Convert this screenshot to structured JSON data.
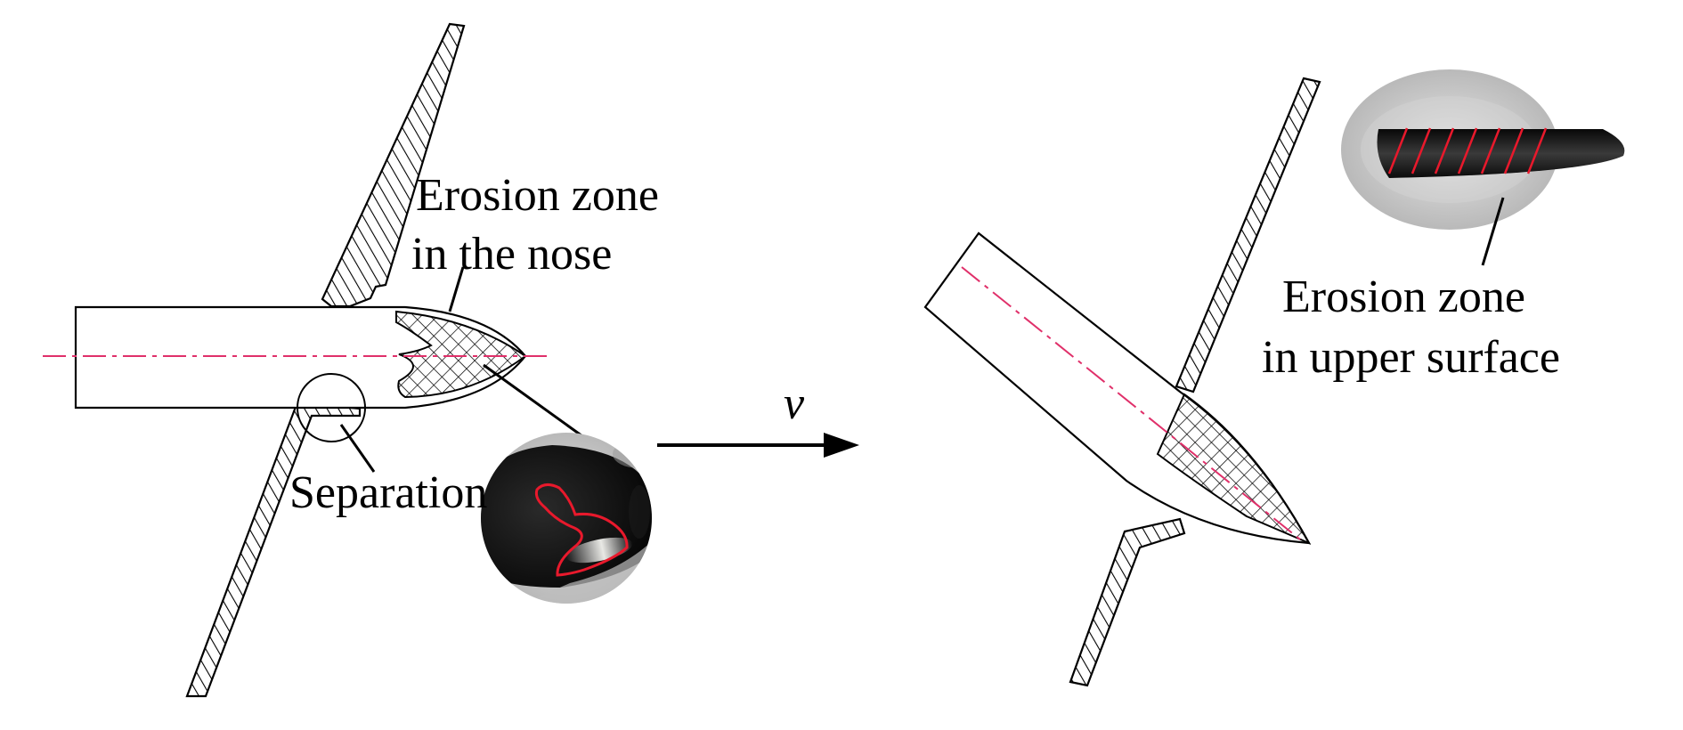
{
  "labels": {
    "erosion_nose_line1": "Erosion zone",
    "erosion_nose_line2": "in the nose",
    "separation": "Separation",
    "velocity": "v",
    "erosion_upper_line1": "Erosion zone",
    "erosion_upper_line2": "in upper surface"
  },
  "colors": {
    "line": "#000000",
    "axis": "#e0306a",
    "erosion_outline": "#e8192c",
    "inset_bg": "#c9c9c9"
  }
}
